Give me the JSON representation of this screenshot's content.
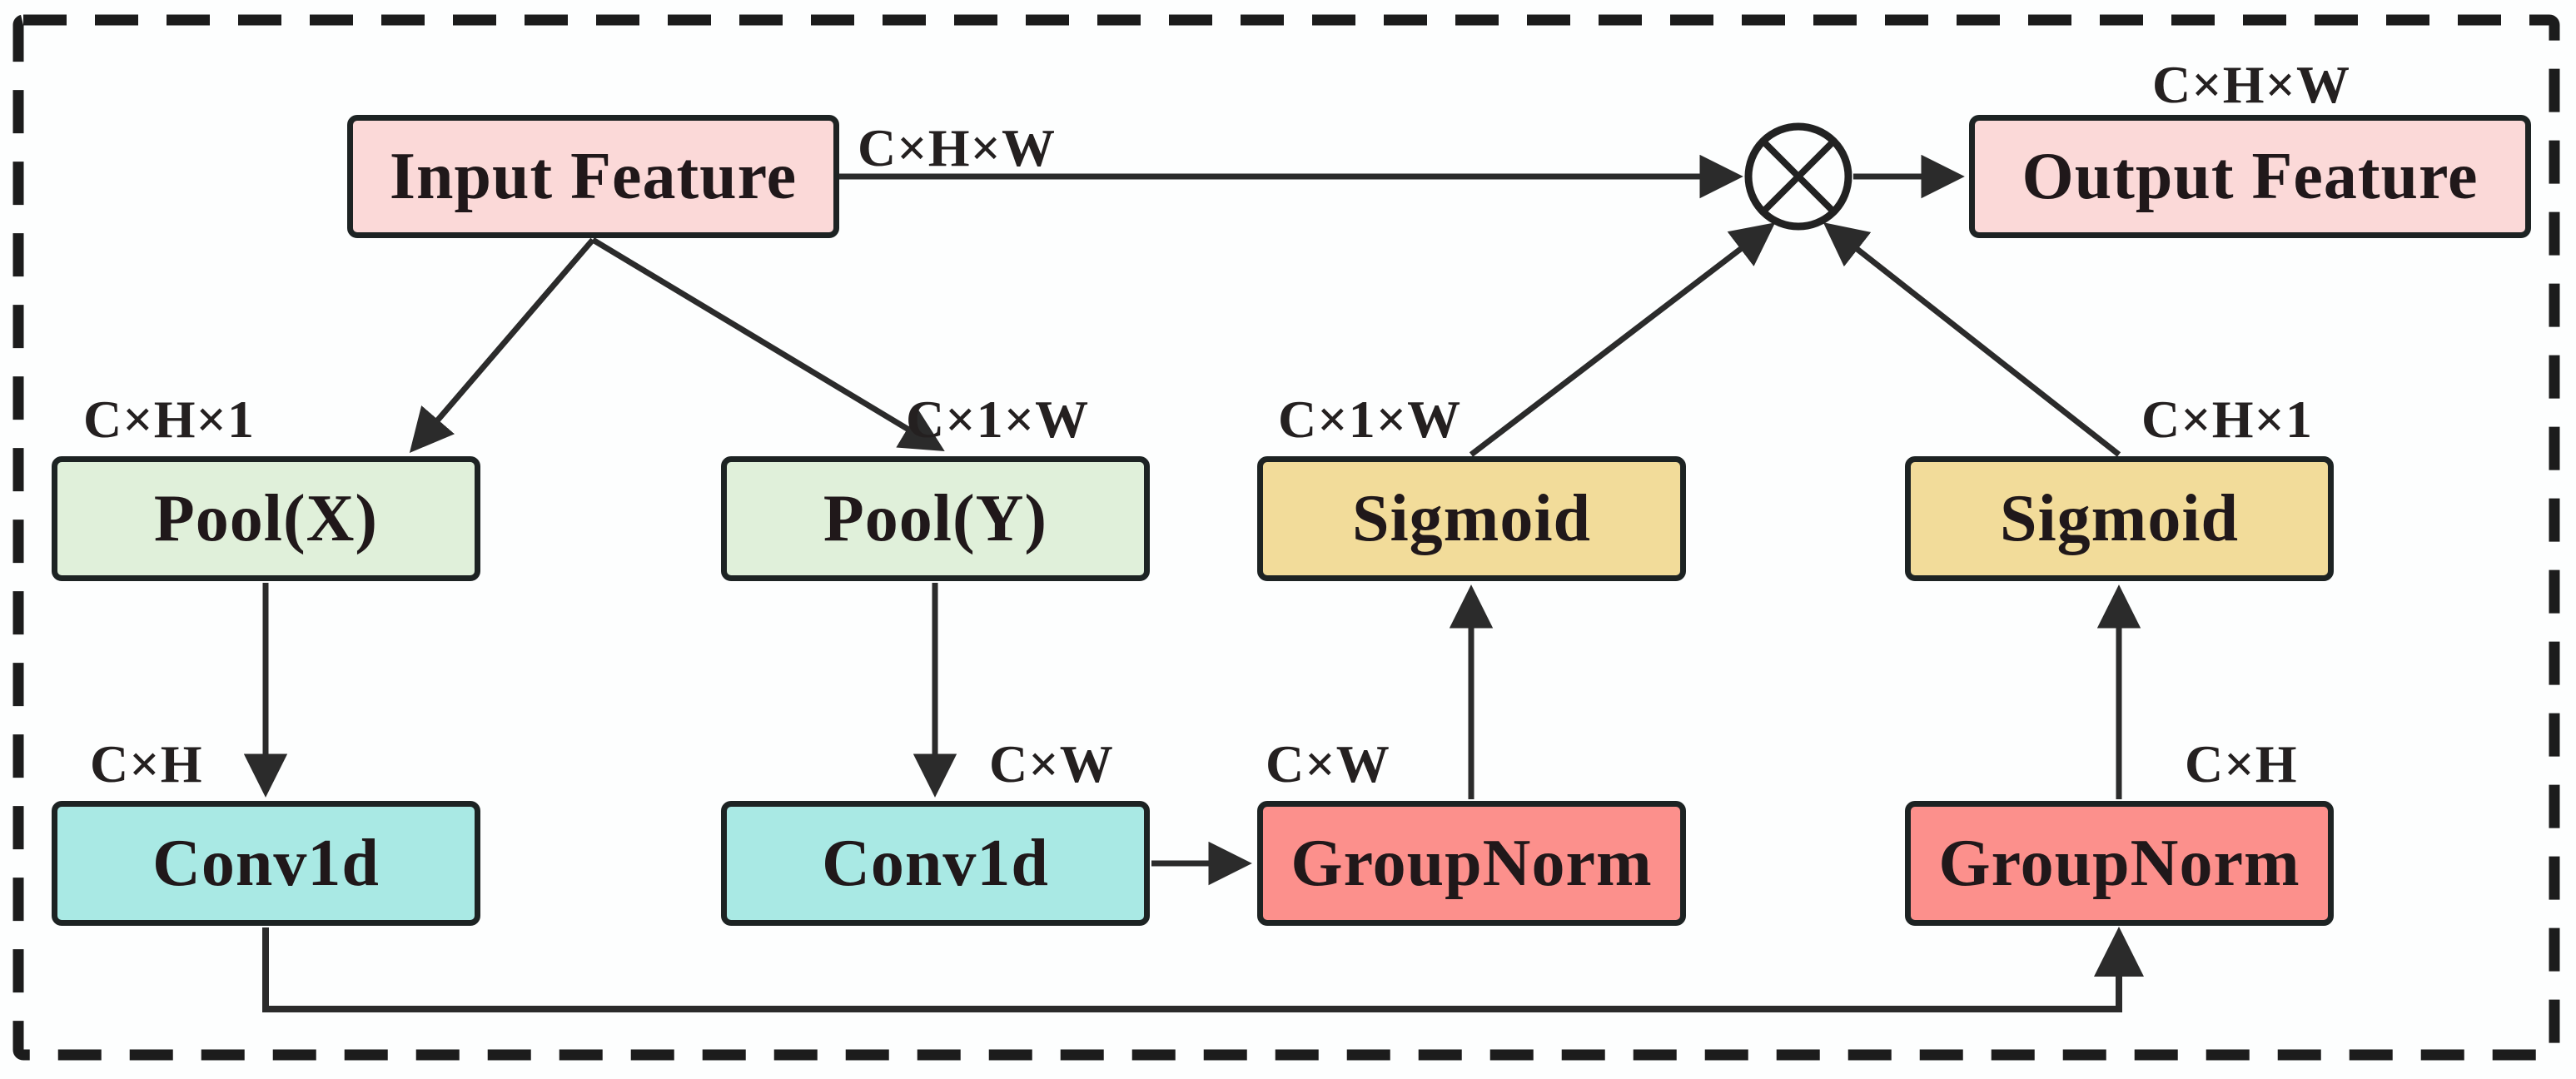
{
  "colors": {
    "pink": "#fbd9d8",
    "green": "#e0f0da",
    "cyan": "#a9e9e4",
    "yellow": "#f2dc9a",
    "salmon": "#fc908c",
    "line": "#2b2b2b",
    "box_border": "#1d2323",
    "text": "#20181a",
    "background": "#fdfefe"
  },
  "nodes": {
    "input_feature": {
      "label": "Input Feature",
      "color": "pink"
    },
    "output_feature": {
      "label": "Output Feature",
      "color": "pink"
    },
    "pool_x": {
      "label": "Pool(X)",
      "color": "green"
    },
    "pool_y": {
      "label": "Pool(Y)",
      "color": "green"
    },
    "conv1d_x": {
      "label": "Conv1d",
      "color": "cyan"
    },
    "conv1d_y": {
      "label": "Conv1d",
      "color": "cyan"
    },
    "groupnorm_y": {
      "label": "GroupNorm",
      "color": "salmon"
    },
    "groupnorm_x": {
      "label": "GroupNorm",
      "color": "salmon"
    },
    "sigmoid_y": {
      "label": "Sigmoid",
      "color": "yellow"
    },
    "sigmoid_x": {
      "label": "Sigmoid",
      "color": "yellow"
    }
  },
  "dim_labels": {
    "input": "C×H×W",
    "output": "C×H×W",
    "pool_x": "C×H×1",
    "pool_y": "C×1×W",
    "sigmoid_y": "C×1×W",
    "sigmoid_x": "C×H×1",
    "conv1d_x": "C×H",
    "conv1d_y": "C×W",
    "groupnorm_y": "C×W",
    "groupnorm_x": "C×H"
  },
  "operators": {
    "multiply": "⊗"
  }
}
